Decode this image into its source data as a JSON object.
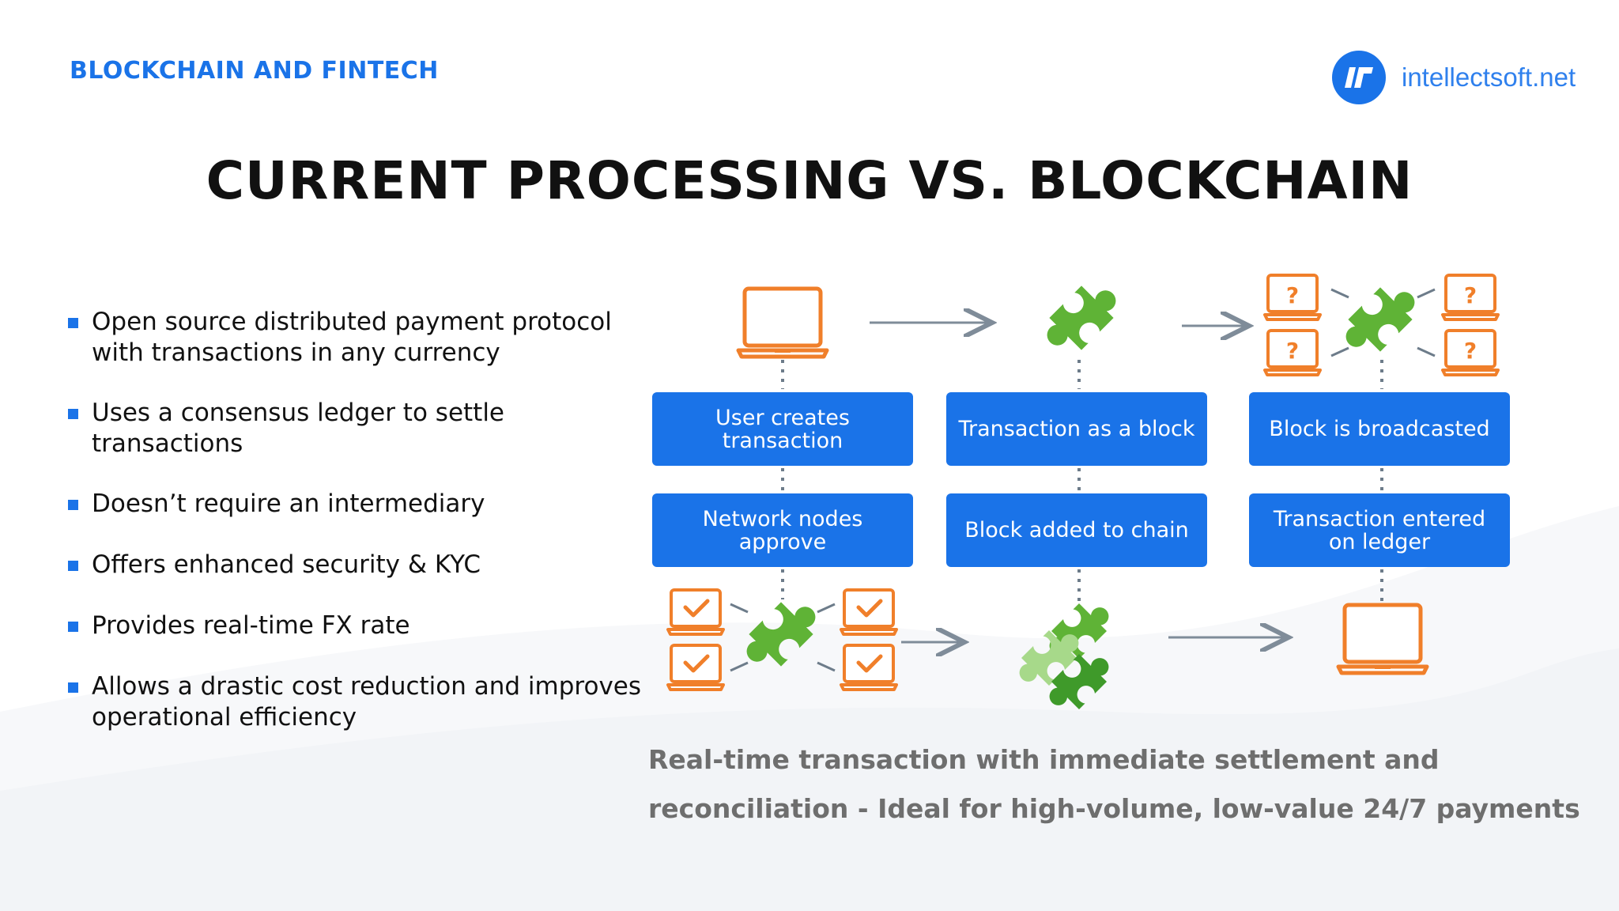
{
  "header": {
    "section_label": "BLOCKCHAIN AND FINTECH",
    "brand_name": "intellectsoft.net",
    "title": "CURRENT PROCESSING VS. BLOCKCHAIN"
  },
  "bullets": [
    "Open source distributed payment protocol with transactions in any currency",
    "Uses a consensus ledger to settle transactions",
    "Doesn’t require an intermediary",
    "Offers enhanced security & KYC",
    "Provides real-time FX rate",
    "Allows a drastic cost reduction and improves operational efficiency"
  ],
  "steps": [
    "User creates transaction",
    "Transaction as a block",
    "Block is broadcasted",
    "Network nodes approve",
    "Block added to chain",
    "Transaction entered on ledger"
  ],
  "icons": {
    "brand": "intellectsoft-logo-icon",
    "laptop": "laptop-icon",
    "puzzle": "puzzle-piece-icon",
    "question": "question-mark-icon",
    "check": "checkmark-icon",
    "arrow": "arrow-right-icon",
    "bullet": "square-bullet-icon"
  },
  "colors": {
    "accent_blue": "#1a73e8",
    "title": "#111111",
    "caption": "#6e6e6e",
    "laptop_orange": "#f07f2a",
    "puzzle_green": "#5fb336",
    "arrow_gray": "#7f8c99"
  },
  "caption": "Real-time transaction with immediate settlement and reconciliation - Ideal for high-volume, low-value 24/7 payments"
}
